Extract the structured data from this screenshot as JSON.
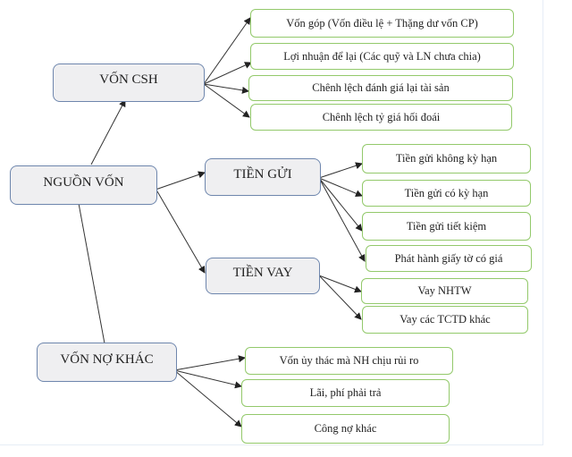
{
  "diagram": {
    "root": {
      "label": "NGUỒN VỐN"
    },
    "branches": [
      {
        "label": "VỐN CSH",
        "children": [
          "Vốn góp (Vốn điều lệ + Thặng dư vốn CP)",
          "Lợi nhuận để lại (Các quỹ và LN chưa chia)",
          "Chênh lệch đánh giá lại tài sản",
          "Chênh lệch tỷ giá hối đoái"
        ]
      },
      {
        "label": "TIỀN GỬI",
        "children": [
          "Tiền gửi không kỳ hạn",
          "Tiền gửi có kỳ hạn",
          "Tiền gửi tiết kiệm",
          "Phát hành giấy tờ có giá"
        ]
      },
      {
        "label": "TIỀN VAY",
        "children": [
          "Vay NHTW",
          "Vay các TCTD khác"
        ]
      },
      {
        "label": "VỐN NỢ KHÁC",
        "children": [
          "Vốn ủy thác mà NH chịu rủi ro",
          "Lãi, phí phải trả",
          "Công nợ khác"
        ]
      }
    ]
  }
}
